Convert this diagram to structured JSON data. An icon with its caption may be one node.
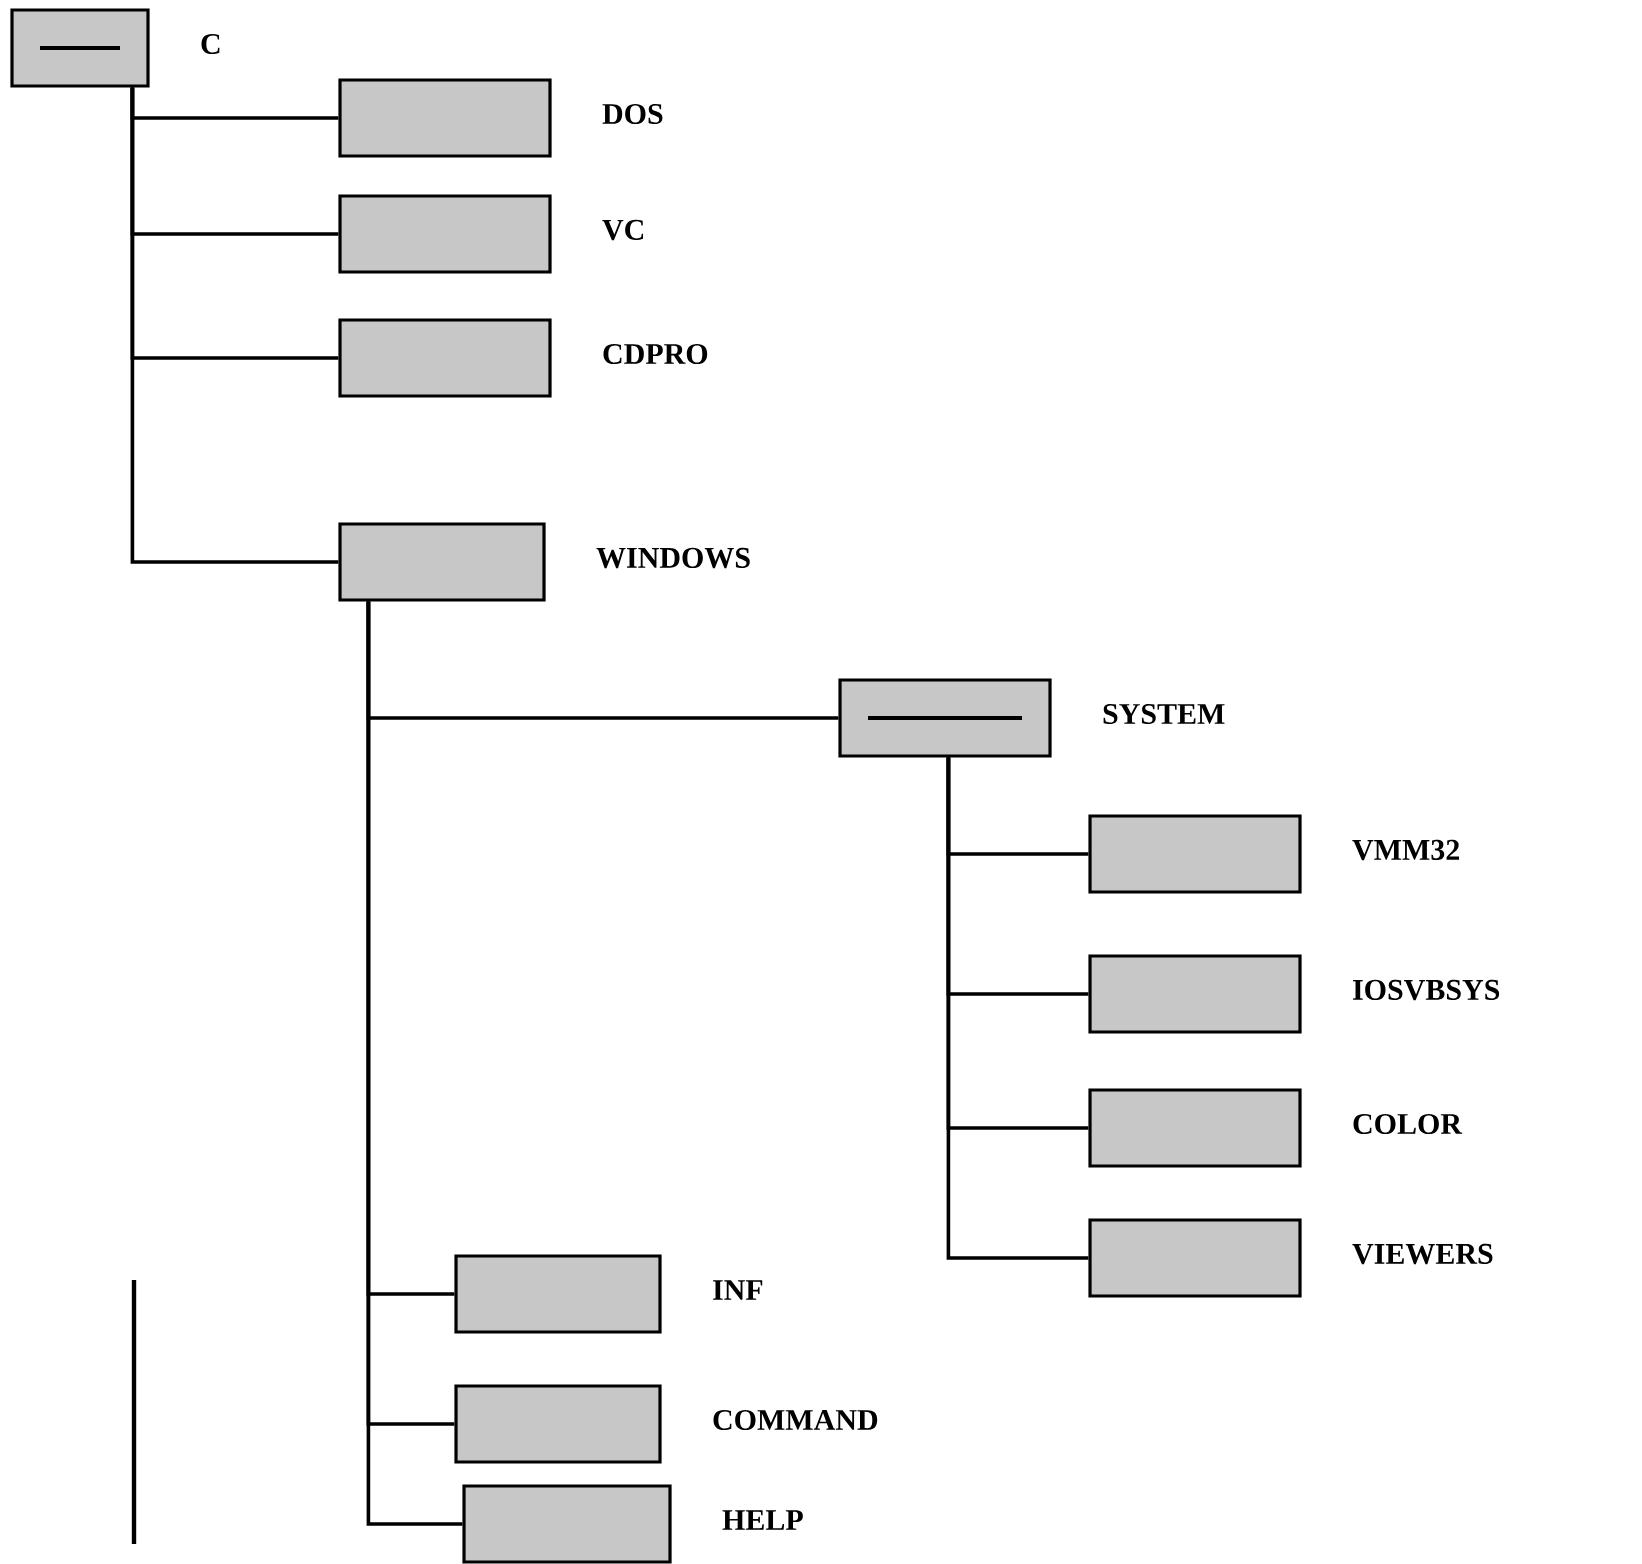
{
  "diagram": {
    "nodes": [
      {
        "text": [
          "C"
        ]
      },
      {
        "text": [
          "DOS"
        ]
      },
      {
        "text": [
          "VC"
        ]
      },
      {
        "text": [
          "CDPRO"
        ]
      },
      {
        "text": [
          "WINDOWS"
        ]
      },
      {
        "text": [
          "SYSTEM"
        ]
      },
      {
        "text": [
          "VMM32"
        ]
      },
      {
        "text": [
          "IOSVBSYS"
        ]
      },
      {
        "text": [
          "COLOR"
        ]
      },
      {
        "text": [
          "VIEWERS"
        ]
      },
      {
        "text": [
          "INF"
        ]
      },
      {
        "text": [
          "COMMAND"
        ]
      },
      {
        "text": [
          "HELP"
        ]
      }
    ],
    "edges": [
      {
        "from": 0,
        "to": 1,
        "arrow": "none"
      },
      {
        "from": 0,
        "to": 2,
        "arrow": "none"
      },
      {
        "from": 0,
        "to": 3,
        "arrow": "none"
      },
      {
        "from": 0,
        "to": 4,
        "arrow": "none"
      },
      {
        "from": 4,
        "to": 5,
        "arrow": "none"
      },
      {
        "from": 5,
        "to": 6,
        "arrow": "none"
      },
      {
        "from": 5,
        "to": 7,
        "arrow": "none"
      },
      {
        "from": 5,
        "to": 8,
        "arrow": "none"
      },
      {
        "from": 5,
        "to": 9,
        "arrow": "none"
      },
      {
        "from": 4,
        "to": 10,
        "arrow": "none"
      },
      {
        "from": 4,
        "to": 11,
        "arrow": "none"
      },
      {
        "from": 4,
        "to": 12,
        "arrow": "none"
      }
    ]
  }
}
